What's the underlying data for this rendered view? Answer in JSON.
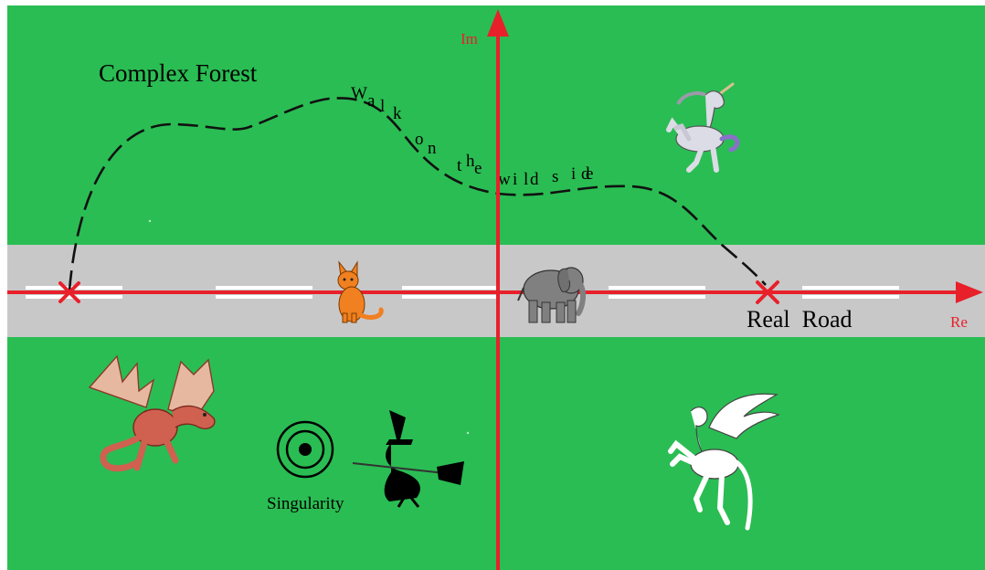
{
  "title": "Complex Forest",
  "axes": {
    "imaginary_label": "Im",
    "real_label": "Re"
  },
  "road_label": "Real  Road",
  "path_text": {
    "line1": "Walk",
    "line2": "on",
    "line3": "the wild side"
  },
  "singularity_label": "Singularity",
  "creatures": [
    "cat-icon",
    "elephant-icon",
    "unicorn-icon",
    "dragon-icon",
    "witch-icon",
    "pegasus-icon"
  ],
  "colors": {
    "forest": "#2abd53",
    "road": "#c8c8c8",
    "axis": "#e8202a",
    "path": "#111111"
  }
}
